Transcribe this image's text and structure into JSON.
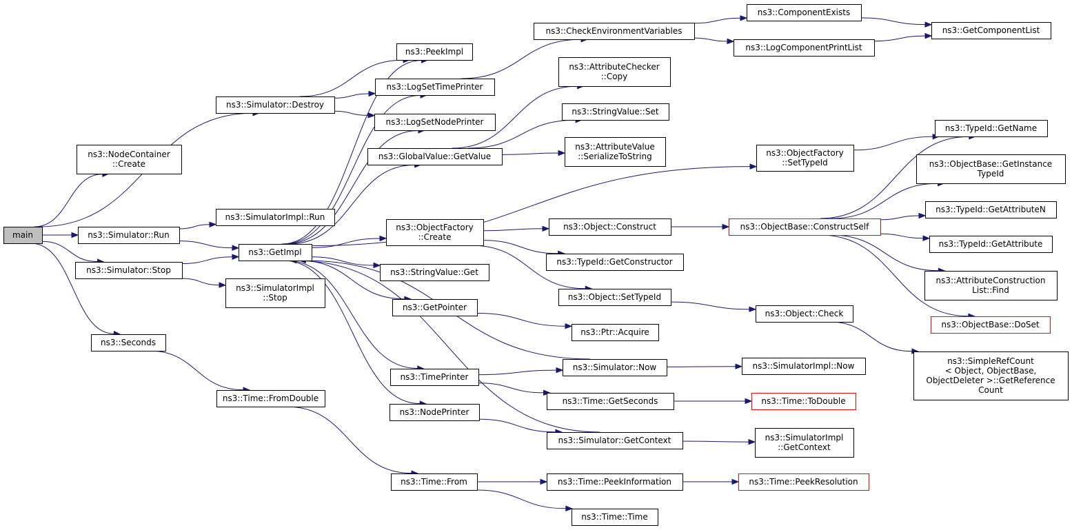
{
  "graph": {
    "colors": {
      "edge": "#191970",
      "node_border": "#000000",
      "truncated_border": "#ff0000",
      "root_fill": "#bfbfbf"
    },
    "nodes": {
      "main": {
        "lines": [
          "main"
        ],
        "root": true
      },
      "nodecontainer_create": {
        "lines": [
          "ns3::NodeContainer",
          "::Create"
        ]
      },
      "simulator_destroy": {
        "lines": [
          "ns3::Simulator::Destroy"
        ]
      },
      "simulator_run": {
        "lines": [
          "ns3::Simulator::Run"
        ]
      },
      "simulator_stop": {
        "lines": [
          "ns3::Simulator::Stop"
        ]
      },
      "seconds": {
        "lines": [
          "ns3::Seconds"
        ]
      },
      "peekimpl": {
        "lines": [
          "ns3::PeekImpl"
        ]
      },
      "logsettimeprinter": {
        "lines": [
          "ns3::LogSetTimePrinter"
        ]
      },
      "logsetnodeprinter": {
        "lines": [
          "ns3::LogSetNodePrinter"
        ]
      },
      "globalvalue_getvalue": {
        "lines": [
          "ns3::GlobalValue::GetValue"
        ]
      },
      "simulatorimpl_run": {
        "lines": [
          "ns3::SimulatorImpl::Run"
        ]
      },
      "getimpl": {
        "lines": [
          "ns3::GetImpl"
        ]
      },
      "simulatorimpl_stop": {
        "lines": [
          "ns3::SimulatorImpl",
          "::Stop"
        ]
      },
      "time_fromdouble": {
        "lines": [
          "ns3::Time::FromDouble"
        ]
      },
      "checkenvironmentvariables": {
        "lines": [
          "ns3::CheckEnvironmentVariables"
        ]
      },
      "attributechecker_copy": {
        "lines": [
          "ns3::AttributeChecker",
          "::Copy"
        ]
      },
      "stringvalue_set": {
        "lines": [
          "ns3::StringValue::Set"
        ]
      },
      "attributevalue_serializetostring": {
        "lines": [
          "ns3::AttributeValue",
          "::SerializeToString"
        ]
      },
      "objectfactory_create": {
        "lines": [
          "ns3::ObjectFactory",
          "::Create"
        ]
      },
      "stringvalue_get": {
        "lines": [
          "ns3::StringValue::Get"
        ]
      },
      "getpointer": {
        "lines": [
          "ns3::GetPointer"
        ]
      },
      "timeprinter": {
        "lines": [
          "ns3::TimePrinter"
        ]
      },
      "nodeprinter": {
        "lines": [
          "ns3::NodePrinter"
        ]
      },
      "time_from": {
        "lines": [
          "ns3::Time::From"
        ]
      },
      "componentexists": {
        "lines": [
          "ns3::ComponentExists"
        ]
      },
      "logcomponentprintlist": {
        "lines": [
          "ns3::LogComponentPrintList"
        ]
      },
      "objectfactory_settypeid": {
        "lines": [
          "ns3::ObjectFactory",
          "::SetTypeId"
        ]
      },
      "object_construct": {
        "lines": [
          "ns3::Object::Construct"
        ]
      },
      "typeid_getconstructor": {
        "lines": [
          "ns3::TypeId::GetConstructor"
        ]
      },
      "object_settypeid": {
        "lines": [
          "ns3::Object::SetTypeId"
        ]
      },
      "ptr_acquire": {
        "lines": [
          "ns3::Ptr::Acquire"
        ]
      },
      "simulator_now": {
        "lines": [
          "ns3::Simulator::Now"
        ]
      },
      "time_getseconds": {
        "lines": [
          "ns3::Time::GetSeconds"
        ]
      },
      "simulator_getcontext": {
        "lines": [
          "ns3::Simulator::GetContext"
        ]
      },
      "time_peekinformation": {
        "lines": [
          "ns3::Time::PeekInformation"
        ]
      },
      "time_time": {
        "lines": [
          "ns3::Time::Time"
        ]
      },
      "getcomponentlist": {
        "lines": [
          "ns3::GetComponentList"
        ]
      },
      "objectbase_constructself": {
        "lines": [
          "ns3::ObjectBase::ConstructSelf"
        ],
        "truncated": true
      },
      "object_check": {
        "lines": [
          "ns3::Object::Check"
        ]
      },
      "simulatorimpl_now": {
        "lines": [
          "ns3::SimulatorImpl::Now"
        ]
      },
      "time_todouble": {
        "lines": [
          "ns3::Time::ToDouble"
        ],
        "truncated": true
      },
      "simulatorimpl_getcontext": {
        "lines": [
          "ns3::SimulatorImpl",
          "::GetContext"
        ]
      },
      "time_peekresolution": {
        "lines": [
          "ns3::Time::PeekResolution"
        ],
        "truncated": true
      },
      "typeid_getname": {
        "lines": [
          "ns3::TypeId::GetName"
        ]
      },
      "objectbase_getinstancetypeid": {
        "lines": [
          "ns3::ObjectBase::GetInstance",
          "TypeId"
        ]
      },
      "typeid_getattributen": {
        "lines": [
          "ns3::TypeId::GetAttributeN"
        ]
      },
      "typeid_getattribute": {
        "lines": [
          "ns3::TypeId::GetAttribute"
        ]
      },
      "attributeconstructionlist_find": {
        "lines": [
          "ns3::AttributeConstruction",
          "List::Find"
        ]
      },
      "objectbase_doset": {
        "lines": [
          "ns3::ObjectBase::DoSet"
        ],
        "truncated": true
      },
      "simplerefcount_getreferencecount": {
        "lines": [
          "ns3::SimpleRefCount",
          "< Object, ObjectBase,",
          "ObjectDeleter >::GetReference",
          "Count"
        ]
      }
    },
    "edges": [
      [
        "main",
        "nodecontainer_create"
      ],
      [
        "main",
        "simulator_destroy"
      ],
      [
        "main",
        "simulator_run"
      ],
      [
        "main",
        "simulator_stop"
      ],
      [
        "main",
        "seconds"
      ],
      [
        "simulator_destroy",
        "peekimpl"
      ],
      [
        "simulator_destroy",
        "logsettimeprinter"
      ],
      [
        "simulator_destroy",
        "logsetnodeprinter"
      ],
      [
        "simulator_run",
        "simulatorimpl_run"
      ],
      [
        "simulator_run",
        "getimpl"
      ],
      [
        "simulator_stop",
        "getimpl"
      ],
      [
        "simulator_stop",
        "simulatorimpl_stop"
      ],
      [
        "seconds",
        "time_fromdouble"
      ],
      [
        "time_fromdouble",
        "time_from"
      ],
      [
        "getimpl",
        "peekimpl"
      ],
      [
        "getimpl",
        "logsettimeprinter"
      ],
      [
        "getimpl",
        "logsetnodeprinter"
      ],
      [
        "getimpl",
        "globalvalue_getvalue"
      ],
      [
        "getimpl",
        "objectfactory_settypeid"
      ],
      [
        "getimpl",
        "objectfactory_create"
      ],
      [
        "getimpl",
        "stringvalue_get"
      ],
      [
        "getimpl",
        "getpointer"
      ],
      [
        "getimpl",
        "timeprinter"
      ],
      [
        "getimpl",
        "nodeprinter"
      ],
      [
        "logsettimeprinter",
        "checkenvironmentvariables"
      ],
      [
        "globalvalue_getvalue",
        "attributechecker_copy"
      ],
      [
        "globalvalue_getvalue",
        "stringvalue_set"
      ],
      [
        "globalvalue_getvalue",
        "attributevalue_serializetostring"
      ],
      [
        "checkenvironmentvariables",
        "componentexists"
      ],
      [
        "checkenvironmentvariables",
        "logcomponentprintlist"
      ],
      [
        "componentexists",
        "getcomponentlist"
      ],
      [
        "logcomponentprintlist",
        "getcomponentlist"
      ],
      [
        "objectfactory_create",
        "object_construct"
      ],
      [
        "objectfactory_create",
        "typeid_getconstructor"
      ],
      [
        "objectfactory_create",
        "object_settypeid"
      ],
      [
        "object_construct",
        "objectbase_constructself"
      ],
      [
        "object_settypeid",
        "object_check"
      ],
      [
        "object_check",
        "simplerefcount_getreferencecount"
      ],
      [
        "getpointer",
        "ptr_acquire"
      ],
      [
        "timeprinter",
        "simulator_now"
      ],
      [
        "timeprinter",
        "time_getseconds"
      ],
      [
        "simulator_now",
        "simulatorimpl_now"
      ],
      [
        "simulator_now",
        "getimpl"
      ],
      [
        "time_getseconds",
        "time_todouble"
      ],
      [
        "nodeprinter",
        "simulator_getcontext"
      ],
      [
        "simulator_getcontext",
        "simulatorimpl_getcontext"
      ],
      [
        "simulator_getcontext",
        "getimpl"
      ],
      [
        "time_from",
        "time_peekinformation"
      ],
      [
        "time_from",
        "time_time"
      ],
      [
        "time_peekinformation",
        "time_peekresolution"
      ],
      [
        "objectfactory_settypeid",
        "typeid_getname"
      ],
      [
        "objectbase_constructself",
        "typeid_getname"
      ],
      [
        "objectbase_constructself",
        "objectbase_getinstancetypeid"
      ],
      [
        "objectbase_constructself",
        "typeid_getattributen"
      ],
      [
        "objectbase_constructself",
        "typeid_getattribute"
      ],
      [
        "objectbase_constructself",
        "attributeconstructionlist_find"
      ],
      [
        "objectbase_constructself",
        "objectbase_doset"
      ]
    ]
  }
}
